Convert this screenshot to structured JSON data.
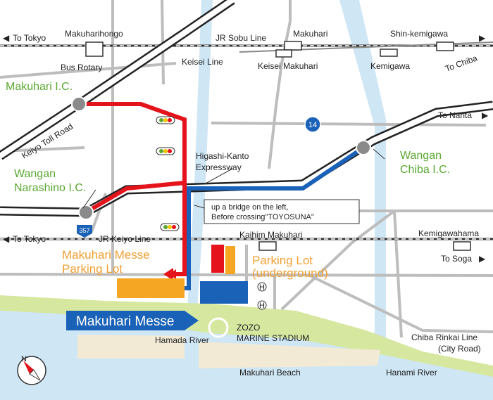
{
  "labels": {
    "to_tokyo_top": "To Tokyo",
    "makuharihongo": "Makuharihongo",
    "jr_sobu_line": "JR Sobu Line",
    "makuhari": "Makuhari",
    "shin_kemigawa": "Shin-kemigawa",
    "bus_rotary": "Bus Rotary",
    "keisei_line": "Keisei Line",
    "keisei_makuhari": "Keisei Makuhari",
    "kemigawa": "Kemigawa",
    "to_chiba": "To Chiba",
    "makuhari_ic": "Makuhari I.C.",
    "keiyo_toll_road": "Keiyo Toll Road",
    "route_14": "14",
    "to_narita": "To Narita",
    "higashi_kanto_1": "Higashi-Kanto",
    "higashi_kanto_2": "Expressway",
    "wangan_chiba_1": "Wangan",
    "wangan_chiba_2": "Chiba I.C.",
    "wangan_narashino_1": "Wangan",
    "wangan_narashino_2": "Narashino I.C.",
    "callout_1": "up a bridge on the left,",
    "callout_2": "Before crossing\"TOYOSUNA\"",
    "route_357": "357",
    "to_tokyo_bottom": "To Tokyo",
    "jr_keiyo_line": "JR Keiyo Line",
    "kaihim_makuhari": "Kaihim Makuhari",
    "kemigawahama": "Kemigawahama",
    "to_soga": "To Soga",
    "messe_parking_1": "Makuhari Messe",
    "messe_parking_2": "Parking Lot",
    "parking_ug_1": "Parking Lot",
    "parking_ug_2": "(underground)",
    "hospital_mark": "H",
    "makuhari_messe": "Makuhari Messe",
    "hamada_river": "Hamada River",
    "zozo_1": "ZOZO",
    "zozo_2": "MARINE STADIUM",
    "chiba_rinkai_1": "Chiba Rinkai Line",
    "chiba_rinkai_2": "(City Road)",
    "makuhari_beach": "Makuhari Beach",
    "hanami_river": "Hanami River",
    "compass_n": "N"
  },
  "icons": {
    "arrow_left": "◀",
    "arrow_right": "▶"
  },
  "colors": {
    "route_red": "#e5141c",
    "route_blue": "#1a62b8",
    "parking_orange": "#f5a623",
    "ic_green": "#5aa832",
    "sea_blue": "#cfe6f5",
    "park_green": "#d6e8a0",
    "sand": "#f3ead6",
    "messe_blue": "#1a62b8"
  }
}
